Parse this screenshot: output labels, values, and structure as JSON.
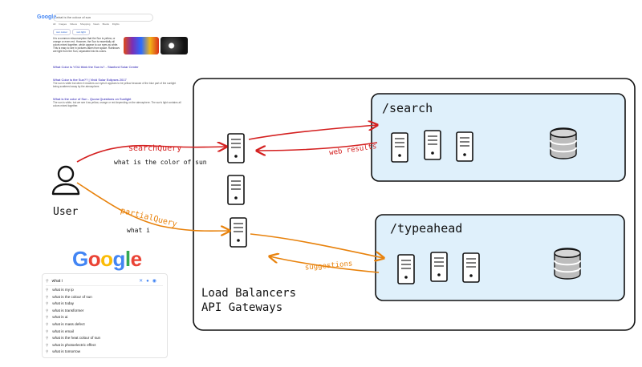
{
  "labels": {
    "user": "User",
    "search_service": "/search",
    "typeahead_service": "/typeahead",
    "gateway_line1": "Load Balancers",
    "gateway_line2": "API Gateways"
  },
  "edges": {
    "search_query": "searchQuery",
    "search_query_text": "what is the color of sun",
    "web_results": "web results",
    "partial_query": "partialQuery",
    "partial_query_text": "what i",
    "suggestions": "suggestions"
  },
  "colors": {
    "search_edge": "#d42020",
    "typeahead_edge": "#e8820c",
    "service_fill": "#dff0fb",
    "stroke": "#111111"
  },
  "serp": {
    "logo": "Google",
    "query": "what is the colour of sun",
    "tabs": "All  Images  Videos  Shopping  News  Books  Flights",
    "chip1": "sun colour",
    "chip2": "sun light",
    "snippet": "It is a common misconception that the Sun is yellow, or orange or even red. However, the Sun is essentially all colors mixed together, which appear to our eyes as white. This is easy to see in pictures taken from space. Rainbows are light from the Sun, separated into its colors.",
    "r0_title": "What Color is YOU think the Sun is? - Stanford Solar Center",
    "r1_title": "What Color is the Sun?? | Vivid Solar Eclipses 2017",
    "r1_snip": "The sun is white but when it reaches our eyes it appears to be yellow because of the blue part of the sunlight being scattered away by the atmosphere.",
    "r2_title": "What is the color of Sun - Quora Questions on Sunlight",
    "r2_snip": "The sun is white, but we see it as yellow, orange or red depending on the atmosphere. The sun's light contains all colors mixed together."
  },
  "autocomplete": {
    "logo_letters": [
      "G",
      "o",
      "o",
      "g",
      "l",
      "e"
    ],
    "logo_colors": [
      "#4285f4",
      "#ea4335",
      "#fbbc05",
      "#4285f4",
      "#34a853",
      "#ea4335"
    ],
    "query": "what i",
    "suggestions": [
      "what is my ip",
      "what is the colour of sun",
      "what is today",
      "what is transformer",
      "what is ai",
      "what is mass defect",
      "what is email",
      "what is the heat colour of sun",
      "what is photoelectric effect",
      "what is tomorrow"
    ]
  }
}
